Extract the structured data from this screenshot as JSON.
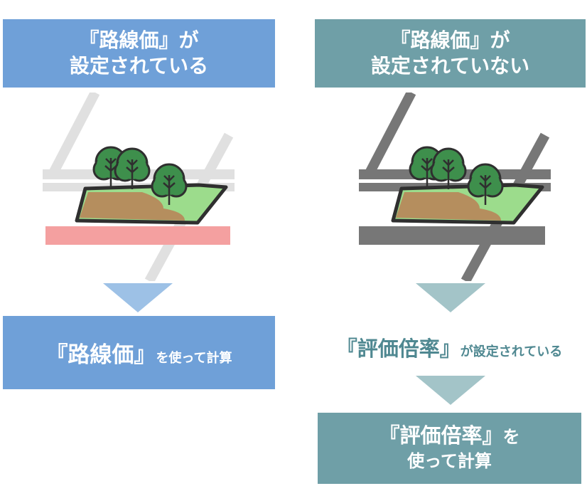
{
  "left": {
    "header_line1": "『路線価』が",
    "header_line2": "設定されている",
    "result_main": "『路線価』",
    "result_suffix": "を使って計算",
    "colors": {
      "box": "#6fa0d8",
      "arrow": "#9dc1e6",
      "road": "#e0e0e0",
      "highlight_road": "#f4a0a0"
    }
  },
  "right": {
    "header_line1": "『路線価』が",
    "header_line2": "設定されていない",
    "middle_main": "『評価倍率』",
    "middle_suffix": "が設定されている",
    "result_line1_main": "『評価倍率』",
    "result_line1_suffix": "を",
    "result_line2": "使って計算",
    "colors": {
      "box": "#6f9fa7",
      "arrow": "#a3c4c8",
      "road": "#777777",
      "text": "#4f8891"
    }
  },
  "icons": [
    "road-map-illustration",
    "tree-icon",
    "land-plot-icon",
    "down-arrow-icon"
  ]
}
